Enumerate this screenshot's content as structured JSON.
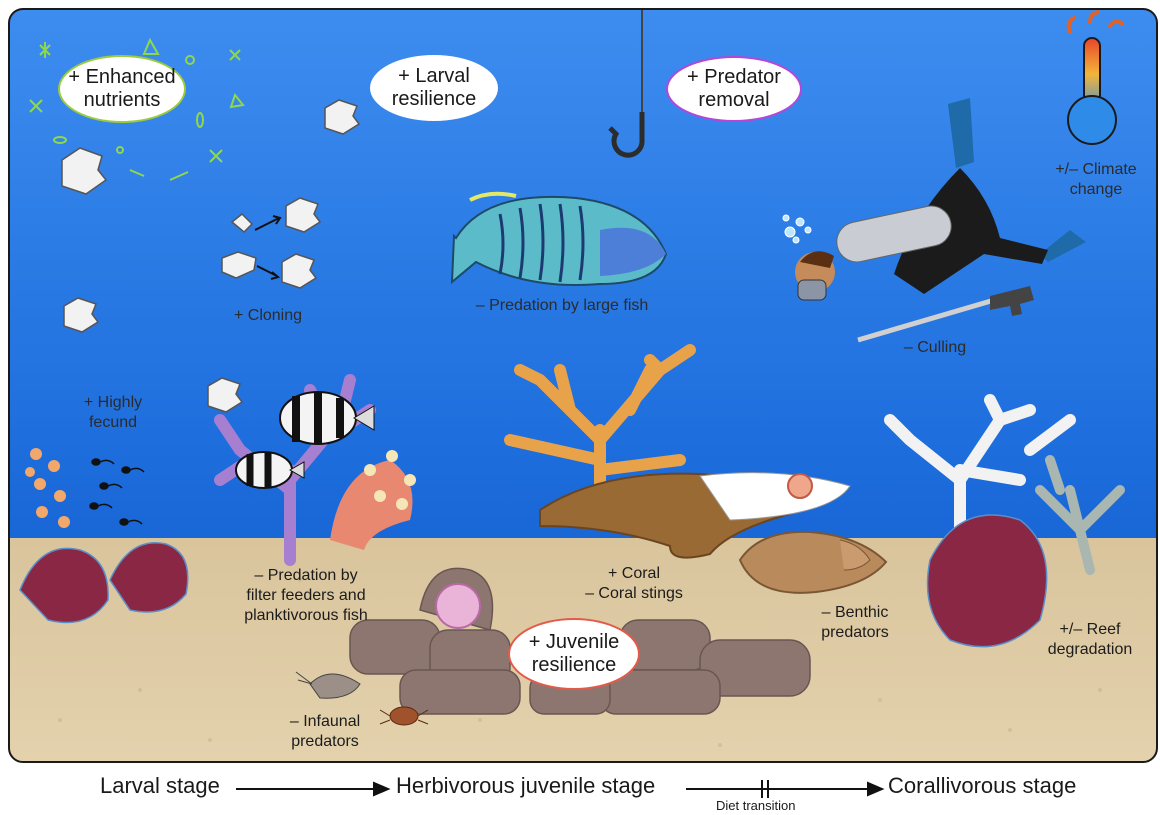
{
  "ovals": {
    "enhanced_nutrients": "+ Enhanced\nnutrients",
    "larval_resilience": "+ Larval\nresilience",
    "predator_removal": "+ Predator\nremoval",
    "juvenile_resilience": "+ Juvenile\nresilience"
  },
  "labels": {
    "climate_change": "+/– Climate\nchange",
    "cloning": "+ Cloning",
    "predation_large_fish": "– Predation by large fish",
    "culling": "– Culling",
    "highly_fecund": "+ Highly\nfecund",
    "predation_filter": "– Predation by\nfilter feeders and\nplanktivorous fish",
    "coral": "+ Coral\n– Coral stings",
    "benthic_predators": "– Benthic\npredators",
    "reef_degradation": "+/– Reef\ndegradation",
    "infaunal_predators": "– Infaunal\npredators"
  },
  "stages": {
    "larval": "Larval stage",
    "juvenile": "Herbivorous juvenile stage",
    "corallivorous": "Corallivorous stage",
    "diet_transition": "Diet transition"
  },
  "colors": {
    "water_top": "#3d8df0",
    "water_bottom": "#0f57c7",
    "sand": "#dcc79f",
    "oval_green": "#9ccc3c",
    "oval_violet": "#b446d8",
    "oval_red": "#e45a4a",
    "starfish": "#8a2744"
  }
}
